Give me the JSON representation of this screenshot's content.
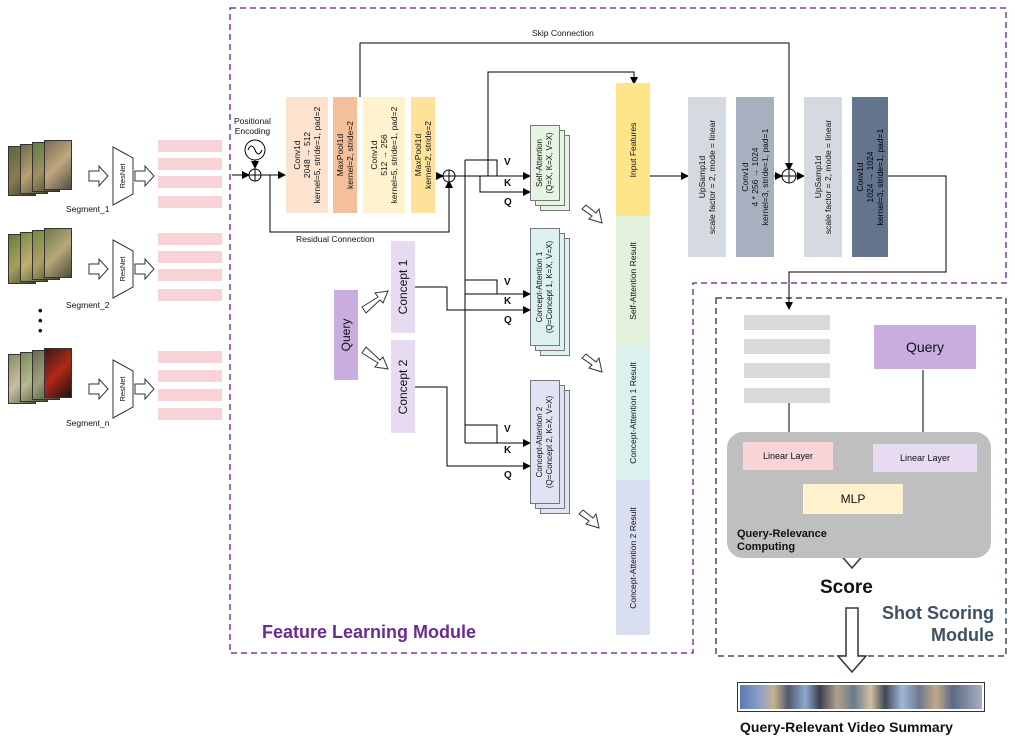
{
  "segments": [
    {
      "label": "Segment_1",
      "resnet": "ResNet"
    },
    {
      "label": "Segment_2",
      "resnet": "ResNet"
    },
    {
      "label": "Segment_n",
      "resnet": "ResNet"
    }
  ],
  "dots": "•\n•\n•",
  "positional_encoding": "Positional\nEncoding",
  "skip_connection": "Skip Connection",
  "residual_connection": "Residual Connection",
  "conv1": [
    "Conv1d",
    "2048 → 512",
    "kernel=5, stride=1, pad=2"
  ],
  "pool1": [
    "MaxPool1d",
    "kernel=2, stride=2"
  ],
  "conv2": [
    "Conv1d",
    "512 → 256",
    "kernel=5, stride=1, pad=2"
  ],
  "pool2": [
    "MaxPool1d",
    "kernel=2, stride=2"
  ],
  "self_attention": [
    "Self-Attention",
    "(Q=X, K=X, V=X)"
  ],
  "concept_attention_1": [
    "Concept-Attention 1",
    "(Q=Concept 1, K=X, V=X)"
  ],
  "concept_attention_2": [
    "Concept-Attention 2",
    "(Q=Concept 2, K=X, V=X)"
  ],
  "vkq": {
    "v": "V",
    "k": "K",
    "q": "Q"
  },
  "query": "Query",
  "concept1": "Concept 1",
  "concept2": "Concept 2",
  "stack": {
    "input_features": "Input Features",
    "self_attention_result": "Self-Attention Result",
    "concept_attention_1_result": "Concept-Attention 1 Result",
    "concept_attention_2_result": "Concept-Attention 2 Result"
  },
  "upsample1": [
    "UpSamp1d",
    "scale factor = 2, mode = linear"
  ],
  "conv3": [
    "Conv1d",
    "4 * 256 → 1024",
    "kernel=3, stride=1, pad=1"
  ],
  "upsample2": [
    "UpSamp1d",
    "scale factor = 2, mode = linear"
  ],
  "conv4": [
    "Conv1d",
    "1024 → 1024",
    "kernel=3, stride=1, pad=1"
  ],
  "feature_learning_module": "Feature Learning Module",
  "shot_scoring_module": "Shot Scoring\nModule",
  "scoring_query": "Query",
  "linear_layer_left": "Linear Layer",
  "linear_layer_right": "Linear Layer",
  "mlp": "MLP",
  "query_relevance": "Query-Relevance\nComputing",
  "score": "Score",
  "summary_caption": "Query-Relevant Video Summary",
  "colors": {
    "purple_border": "#7b3f98",
    "module_title": "#6a2c91",
    "shot_title": "#3d5163",
    "conv_orange": "#fbe3d0",
    "pool_orange": "#f4c09b",
    "conv_yellow": "#fff2cc",
    "pool_yellow": "#ffe29a",
    "attn_green": "#e6f4e4",
    "attn_teal": "#ddf1f1",
    "attn_blue": "#dfe3f3",
    "concept": "#e6dbf0",
    "query": "#c9ace0",
    "stack_yellow": "#ffe58a",
    "stack_green": "#e2f1dc",
    "stack_teal": "#dcf1ee",
    "stack_blue": "#d9def0",
    "upsample_gray": "#d5d9e0",
    "conv_gray": "#a7b0bf",
    "conv_dark": "#64748c"
  }
}
